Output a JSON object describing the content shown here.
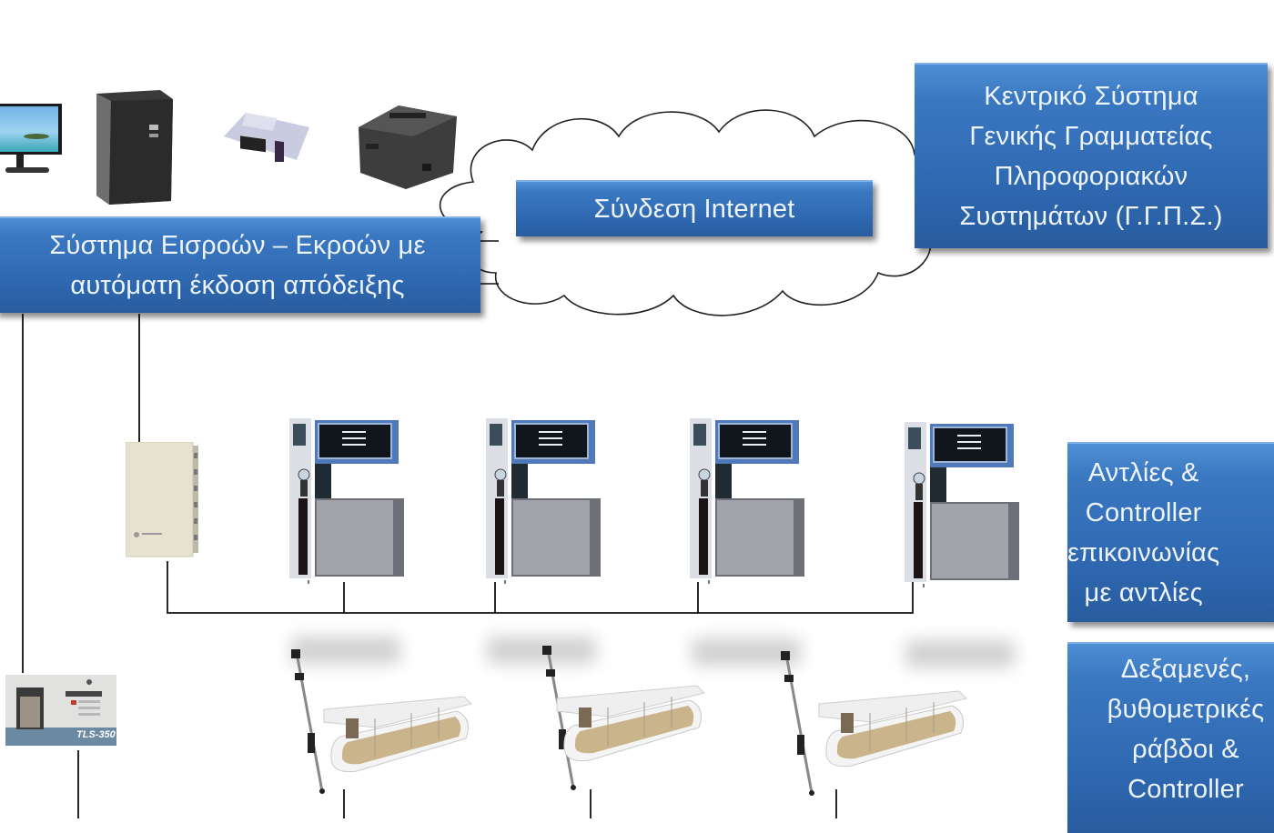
{
  "diagram": {
    "title_boxes": {
      "pos_system": "Σύστημα Εισροών – Εκροών με\nαυτόματη έκδοση απόδειξης",
      "internet": "Σύνδεση Internet",
      "central_system": "Κεντρικό Σύστημα\nΓενικής Γραμματείας\nΠληροφοριακών\nΣυστημάτων (Γ.Γ.Π.Σ.)",
      "pumps_controller": "Αντλίες &\nController\nεπικοινωνίας\nμε αντλίες",
      "tanks_controller": "Δεξαμενές,\nβυθομετρικές\nράβδοι &\nController"
    },
    "devices": {
      "top_row": [
        "monitor-icon",
        "pc-tower-icon",
        "fiscal-device-icon",
        "receipt-printer-icon"
      ],
      "pump_controller": "pump-controller-icon",
      "pumps": [
        "fuel-pump-icon",
        "fuel-pump-icon",
        "fuel-pump-icon",
        "fuel-pump-icon"
      ],
      "tank_gauge_console": {
        "icon": "tank-gauge-console-icon",
        "label": "TLS-350"
      },
      "tanks": [
        "fuel-tank-icon",
        "fuel-tank-icon",
        "fuel-tank-icon"
      ],
      "probes": [
        "level-probe-icon",
        "level-probe-icon",
        "level-probe-icon"
      ]
    },
    "colors": {
      "box_fill": "#2e67b0",
      "box_text": "#eef4fb",
      "wire": "#111111"
    }
  }
}
